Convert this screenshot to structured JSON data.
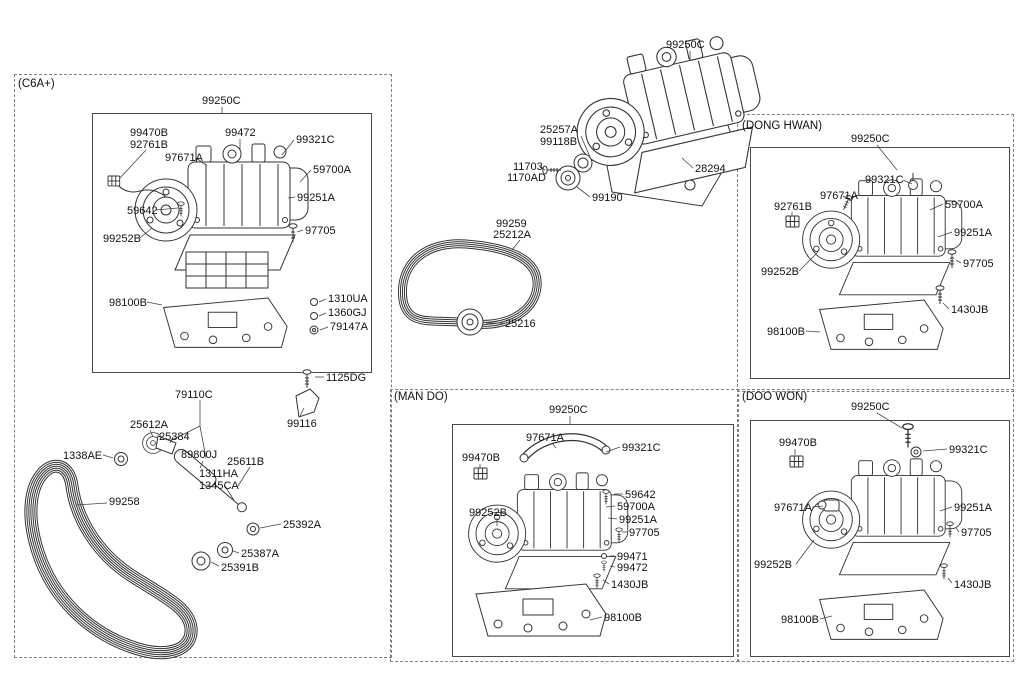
{
  "colors": {
    "line": "#333333",
    "background": "#ffffff",
    "label_text": "#111111"
  },
  "center": {
    "labels": [
      "99250C",
      "25257A",
      "99118B",
      "11703",
      "1170AD",
      "28294",
      "99190",
      "99259",
      "25212A",
      "25216"
    ]
  },
  "c6a": {
    "title": "(C6A+)",
    "labels": [
      "99250C",
      "99470B",
      "92761B",
      "99472",
      "99321C",
      "97671A",
      "59700A",
      "99251A",
      "59642",
      "97705",
      "99252B",
      "98100B",
      "1310UA",
      "1360GJ",
      "79147A",
      "1125DG",
      "99116",
      "79110C",
      "25612A",
      "25384",
      "1338AE",
      "89800J",
      "25611B",
      "1311HA",
      "1345CA",
      "99258",
      "25392A",
      "25387A",
      "25391B"
    ]
  },
  "dong_hwan": {
    "title": "(DONG HWAN)",
    "labels": [
      "99250C",
      "99321C",
      "97671A",
      "92761B",
      "59700A",
      "99251A",
      "99252B",
      "97705",
      "98100B",
      "1430JB"
    ]
  },
  "man_do": {
    "title": "(MAN DO)",
    "labels": [
      "99250C",
      "97671A",
      "99321C",
      "99470B",
      "59642",
      "59700A",
      "99252B",
      "99251A",
      "97705",
      "99471",
      "99472",
      "1430JB",
      "98100B"
    ]
  },
  "doo_won": {
    "title": "(DOO WON)",
    "labels": [
      "99250C",
      "99470B",
      "99321C",
      "97671A",
      "99251A",
      "97705",
      "99252B",
      "1430JB",
      "98100B"
    ]
  }
}
